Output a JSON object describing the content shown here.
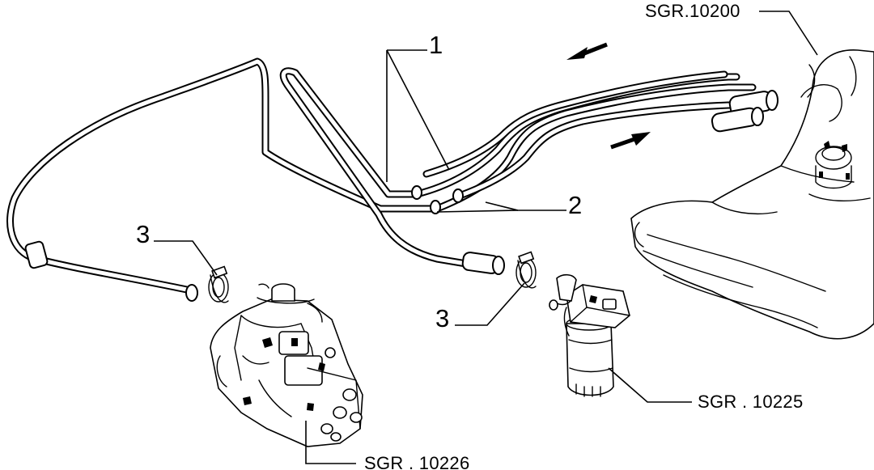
{
  "callouts": {
    "pipe_1": "1",
    "pipe_2": "2",
    "clamp_left": "3",
    "clamp_right": "3"
  },
  "references": {
    "fuel_tank": "SGR.10200",
    "fuel_filter": "SGR . 10225",
    "injection_pump": "SGR . 10226"
  },
  "colors": {
    "line": "#000000",
    "background": "#ffffff"
  }
}
